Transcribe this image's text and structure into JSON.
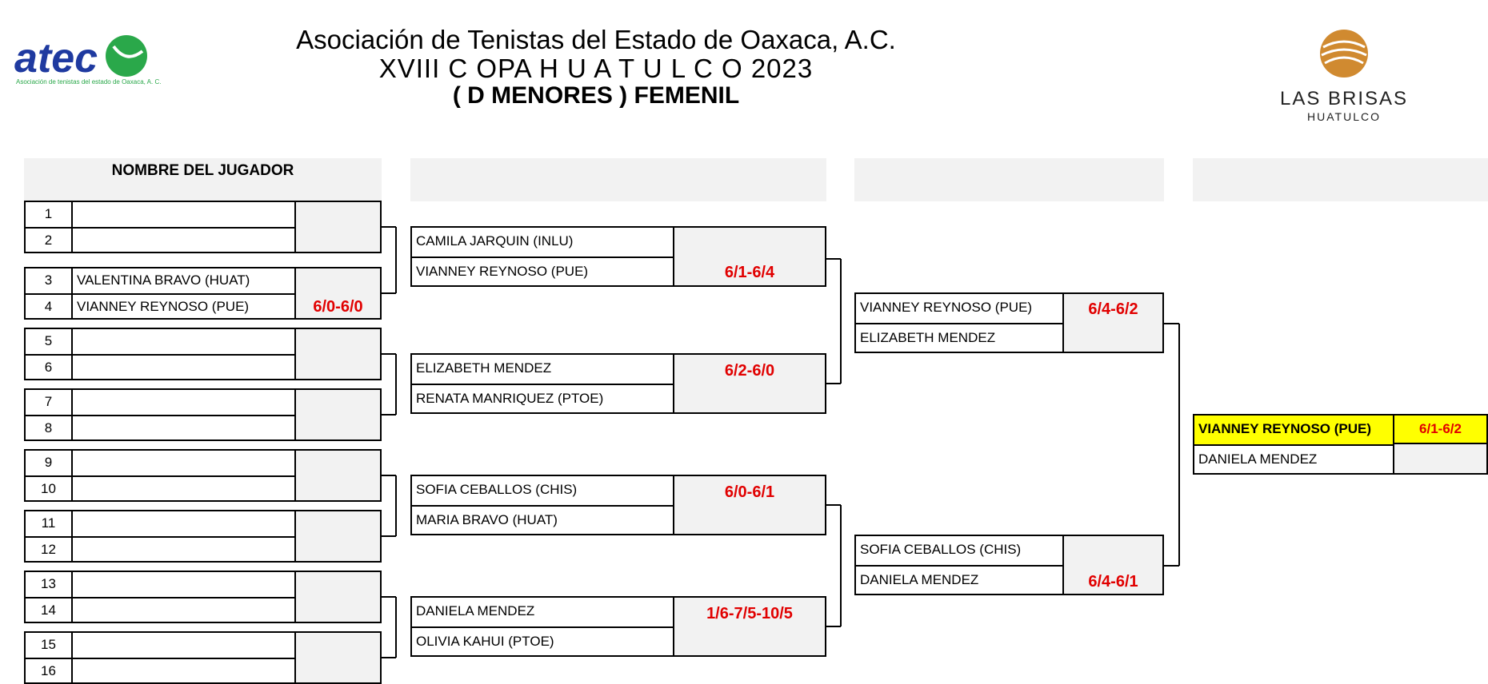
{
  "header": {
    "line1": "Asociación de Tenistas del Estado de Oaxaca, A.C.",
    "line2": "XVIII  C OPA  H U A T U L C O   2023",
    "line3": "( D MENORES )   FEMENIL"
  },
  "logos": {
    "atec_text": "atec",
    "atec_sub": "Asociación de tenistas del estado de Oaxaca, A. C.",
    "brisas_main": "LAS BRISAS",
    "brisas_sub": "HUATULCO"
  },
  "column_header": "NOMBRE DEL JUGADOR",
  "round1": {
    "seeds": [
      "1",
      "2",
      "3",
      "4",
      "5",
      "6",
      "7",
      "8",
      "9",
      "10",
      "11",
      "12",
      "13",
      "14",
      "15",
      "16"
    ],
    "names": [
      "",
      "",
      "VALENTINA BRAVO (HUAT)",
      "VIANNEY REYNOSO (PUE)",
      "",
      "",
      "",
      "",
      "",
      "",
      "",
      "",
      "",
      "",
      "",
      ""
    ],
    "scores": [
      "",
      "6/0-6/0",
      "",
      "",
      "",
      "",
      "",
      ""
    ]
  },
  "round2": {
    "matches": [
      {
        "p1": "CAMILA JARQUIN (INLU)",
        "p2": "VIANNEY REYNOSO (PUE)",
        "score": "6/1-6/4"
      },
      {
        "p1": "ELIZABETH MENDEZ",
        "p2": "RENATA MANRIQUEZ (PTOE)",
        "score": "6/2-6/0"
      },
      {
        "p1": "SOFIA CEBALLOS (CHIS)",
        "p2": "MARIA BRAVO (HUAT)",
        "score": "6/0-6/1"
      },
      {
        "p1": "DANIELA MENDEZ",
        "p2": "OLIVIA KAHUI (PTOE)",
        "score": "1/6-7/5-10/5"
      }
    ]
  },
  "round3": {
    "matches": [
      {
        "p1": "VIANNEY REYNOSO (PUE)",
        "p2": "ELIZABETH MENDEZ",
        "score": "6/4-6/2"
      },
      {
        "p1": "SOFIA CEBALLOS (CHIS)",
        "p2": "DANIELA MENDEZ",
        "score": "6/4-6/1"
      }
    ]
  },
  "final": {
    "p1": "VIANNEY REYNOSO (PUE)",
    "p2": "DANIELA MENDEZ",
    "score": "6/1-6/2"
  },
  "colors": {
    "score_red": "#e10000",
    "highlight_yellow": "#ffff00",
    "box_gray": "#f2f2f2",
    "atec_blue": "#1f3aa0",
    "atec_green": "#2aa84a",
    "brisas_gold": "#d08a30"
  }
}
